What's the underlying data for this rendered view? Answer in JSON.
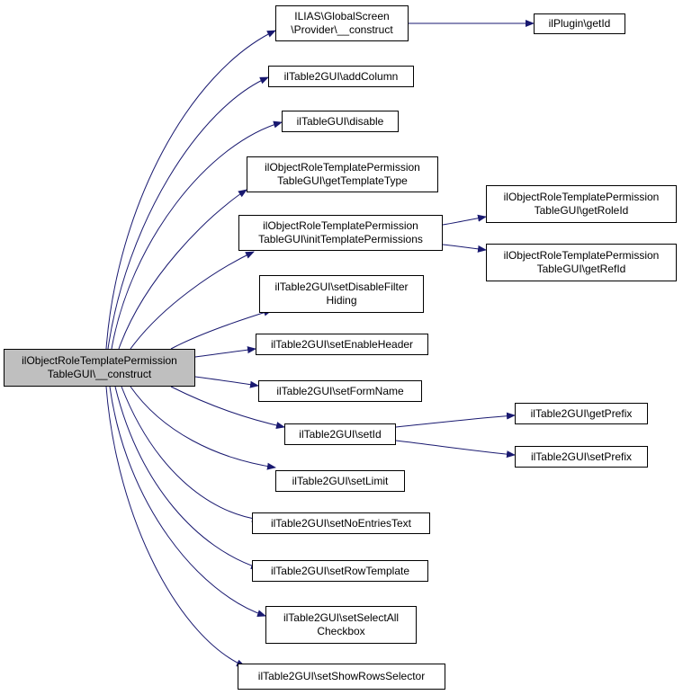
{
  "diagram": {
    "type": "call-graph",
    "colors": {
      "edge": "#191970",
      "border": "#000000",
      "root_fill": "#bfbfbf",
      "node_fill": "#ffffff"
    },
    "nodes": {
      "root": "ilObjectRoleTemplatePermission\nTableGUI\\__construct",
      "gs_provider": "ILIAS\\GlobalScreen\n\\Provider\\__construct",
      "plugin_getid": "ilPlugin\\getId",
      "add_column": "ilTable2GUI\\addColumn",
      "disable": "ilTableGUI\\disable",
      "get_template_type": "ilObjectRoleTemplatePermission\nTableGUI\\getTemplateType",
      "init_template_permissions": "ilObjectRoleTemplatePermission\nTableGUI\\initTemplatePermissions",
      "get_role_id": "ilObjectRoleTemplatePermission\nTableGUI\\getRoleId",
      "get_ref_id": "ilObjectRoleTemplatePermission\nTableGUI\\getRefId",
      "set_disable_filter_hiding": "ilTable2GUI\\setDisableFilter\nHiding",
      "set_enable_header": "ilTable2GUI\\setEnableHeader",
      "set_form_name": "ilTable2GUI\\setFormName",
      "set_id": "ilTable2GUI\\setId",
      "get_prefix": "ilTable2GUI\\getPrefix",
      "set_prefix": "ilTable2GUI\\setPrefix",
      "set_limit": "ilTable2GUI\\setLimit",
      "set_no_entries_text": "ilTable2GUI\\setNoEntriesText",
      "set_row_template": "ilTable2GUI\\setRowTemplate",
      "set_select_all_checkbox": "ilTable2GUI\\setSelectAll\nCheckbox",
      "set_show_rows_selector": "ilTable2GUI\\setShowRowsSelector"
    },
    "edges": [
      [
        "root",
        "gs_provider"
      ],
      [
        "gs_provider",
        "plugin_getid"
      ],
      [
        "root",
        "add_column"
      ],
      [
        "root",
        "disable"
      ],
      [
        "root",
        "get_template_type"
      ],
      [
        "root",
        "init_template_permissions"
      ],
      [
        "init_template_permissions",
        "get_role_id"
      ],
      [
        "init_template_permissions",
        "get_ref_id"
      ],
      [
        "root",
        "set_disable_filter_hiding"
      ],
      [
        "root",
        "set_enable_header"
      ],
      [
        "root",
        "set_form_name"
      ],
      [
        "root",
        "set_id"
      ],
      [
        "set_id",
        "get_prefix"
      ],
      [
        "set_id",
        "set_prefix"
      ],
      [
        "root",
        "set_limit"
      ],
      [
        "root",
        "set_no_entries_text"
      ],
      [
        "root",
        "set_row_template"
      ],
      [
        "root",
        "set_select_all_checkbox"
      ],
      [
        "root",
        "set_show_rows_selector"
      ]
    ]
  }
}
